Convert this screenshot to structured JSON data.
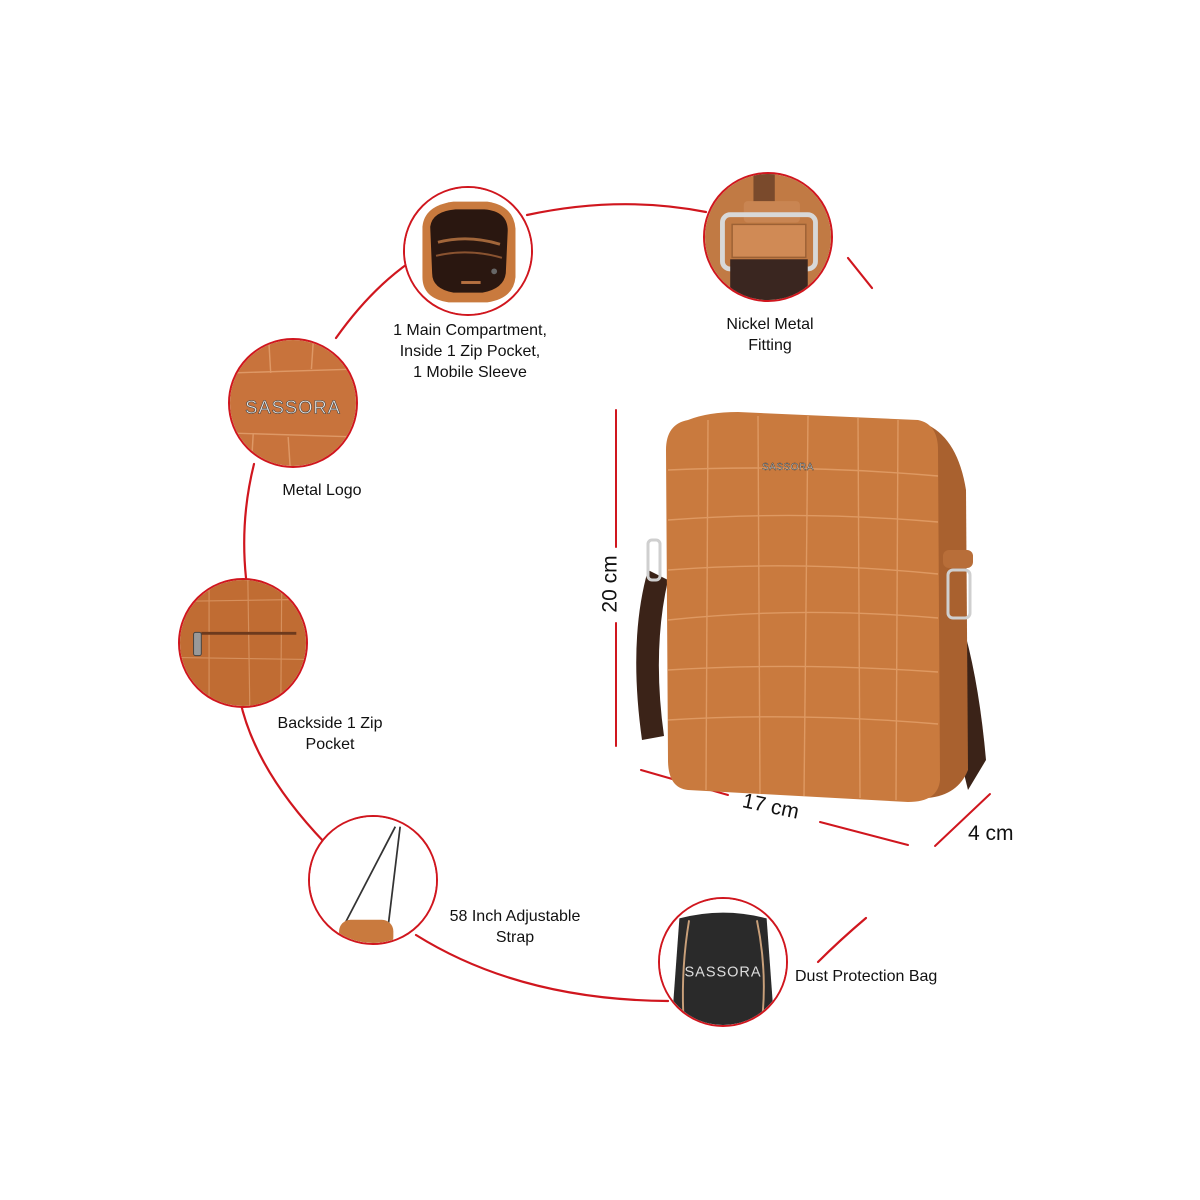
{
  "brand": "SASSORA",
  "accent_color": "#d0161e",
  "features": [
    {
      "id": "main-compartment",
      "label_lines": [
        "1 Main Compartment,",
        "Inside 1 Zip Pocket,",
        "1 Mobile Sleeve"
      ]
    },
    {
      "id": "nickel-fitting",
      "label_lines": [
        "Nickel Metal",
        "Fitting"
      ]
    },
    {
      "id": "metal-logo",
      "label_lines": [
        "Metal Logo"
      ],
      "logo_text": "SASSORA"
    },
    {
      "id": "backside-pocket",
      "label_lines": [
        "Backside 1 Zip",
        "Pocket"
      ]
    },
    {
      "id": "strap",
      "label_lines": [
        "58 Inch Adjustable",
        "Strap"
      ]
    },
    {
      "id": "dust-bag",
      "label_lines": [
        "Dust Protection Bag"
      ],
      "bag_text": "SASSORA"
    }
  ],
  "product": {
    "logo_text": "SASSORA",
    "dimensions": {
      "height": "20 cm",
      "width": "17 cm",
      "depth": "4 cm"
    }
  }
}
